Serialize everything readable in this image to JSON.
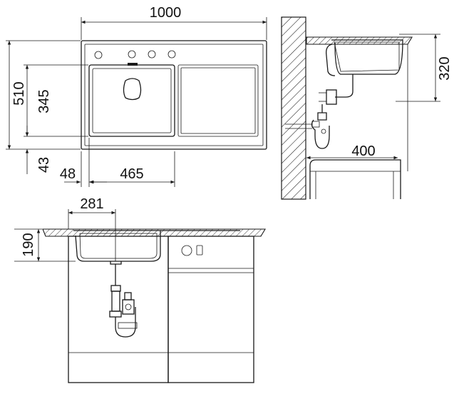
{
  "dimensions": {
    "overall_width": "1000",
    "overall_depth": "510",
    "bowl_depth": "345",
    "front_edge": "43",
    "bowl_offset": "48",
    "bowl_width": "465",
    "drain_offset": "281",
    "bowl_height": "190",
    "side_height": "320",
    "side_reach": "400"
  },
  "colors": {
    "line": "#1a1a1a",
    "background": "#ffffff"
  }
}
